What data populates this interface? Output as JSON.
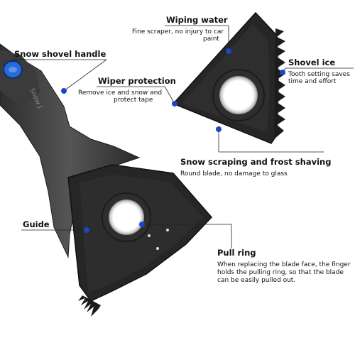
{
  "callouts": {
    "wiping_water": {
      "title": "Wiping water",
      "desc_lines": [
        "Fine scraper, no injury to car",
        "paint"
      ]
    },
    "snow_shovel_handle": {
      "title": "Snow shovel handle"
    },
    "shovel_ice": {
      "title": "Shovel ice",
      "desc_lines": [
        "Tooth setting saves",
        "time and effort"
      ]
    },
    "wiper_protection": {
      "title": "Wiper protection",
      "desc_lines": [
        "Remove ice and snow and",
        "protect tape"
      ]
    },
    "snow_scraping": {
      "title": "Snow scraping and frost shaving",
      "desc_lines": [
        "Round blade, no damage to glass"
      ]
    },
    "guide": {
      "title": "Guide"
    },
    "pull_ring": {
      "title": "Pull ring",
      "desc_lines": [
        "When replacing the blade face, the finger",
        "holds the pulling ring, so that the blade",
        "can be easily pulled out."
      ]
    }
  },
  "handle_grip_text": "Snow J",
  "colors": {
    "product_black": "#2a2a2a",
    "handle_grey": "#4a4a4a",
    "callout_dot": "#1a46c8",
    "button_blue": "#2a6ad8",
    "text": "#111111"
  }
}
